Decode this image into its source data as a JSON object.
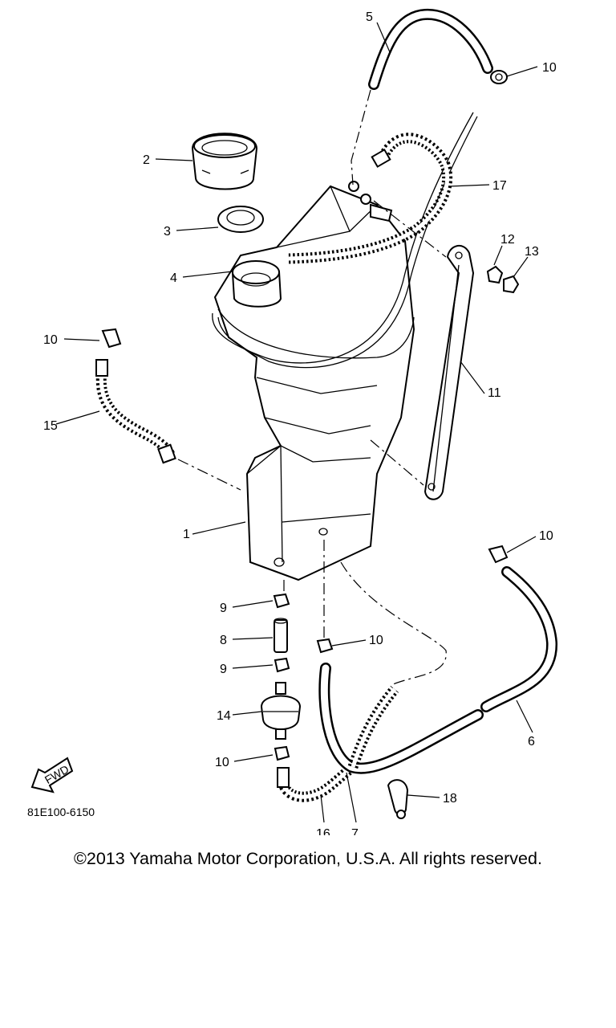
{
  "diagram": {
    "callouts": {
      "p1": "1",
      "p2": "2",
      "p3": "3",
      "p4": "4",
      "p5": "5",
      "p6": "6",
      "p7": "7",
      "p8": "8",
      "p9a": "9",
      "p9b": "9",
      "p10a": "10",
      "p10b": "10",
      "p10c": "10",
      "p10d": "10",
      "p10e": "10",
      "p11": "11",
      "p12": "12",
      "p13": "13",
      "p14": "14",
      "p15": "15",
      "p16": "16",
      "p17": "17",
      "p18": "18"
    },
    "fwd_label": "FWD",
    "diagram_code": "81E100-6150"
  },
  "footer": {
    "copyright": "©2013 Yamaha Motor Corporation, U.S.A. All rights reserved."
  },
  "colors": {
    "ink": "#000000",
    "paper": "#ffffff"
  }
}
